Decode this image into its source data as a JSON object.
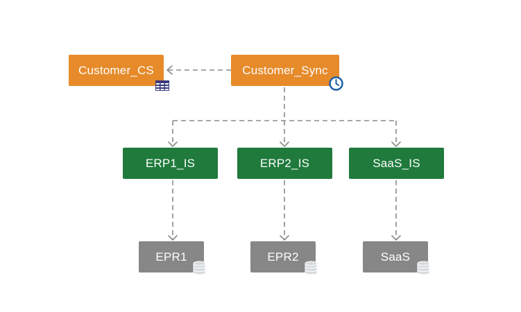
{
  "diagram": {
    "nodes": {
      "customer_cs": {
        "label": "Customer_CS",
        "color": "#e68a2a",
        "badge": "table-icon"
      },
      "customer_sync": {
        "label": "Customer_Sync",
        "color": "#e68a2a",
        "badge": "clock-icon"
      },
      "erp1_is": {
        "label": "ERP1_IS",
        "color": "#1f7a3c"
      },
      "erp2_is": {
        "label": "ERP2_IS",
        "color": "#1f7a3c"
      },
      "saas_is": {
        "label": "SaaS_IS",
        "color": "#1f7a3c"
      },
      "epr1": {
        "label": "EPR1",
        "color": "#878787",
        "badge": "database-icon"
      },
      "epr2": {
        "label": "EPR2",
        "color": "#878787",
        "badge": "database-icon"
      },
      "saas": {
        "label": "SaaS",
        "color": "#878787",
        "badge": "database-icon"
      }
    },
    "edges": [
      {
        "from": "customer_sync",
        "to": "customer_cs",
        "style": "dashed"
      },
      {
        "from": "customer_sync",
        "to": "erp1_is",
        "style": "dashed"
      },
      {
        "from": "customer_sync",
        "to": "erp2_is",
        "style": "dashed"
      },
      {
        "from": "customer_sync",
        "to": "saas_is",
        "style": "dashed"
      },
      {
        "from": "erp1_is",
        "to": "epr1",
        "style": "dashed"
      },
      {
        "from": "erp2_is",
        "to": "epr2",
        "style": "dashed"
      },
      {
        "from": "saas_is",
        "to": "saas",
        "style": "dashed"
      }
    ],
    "edge_color": "#8a8a8a"
  }
}
